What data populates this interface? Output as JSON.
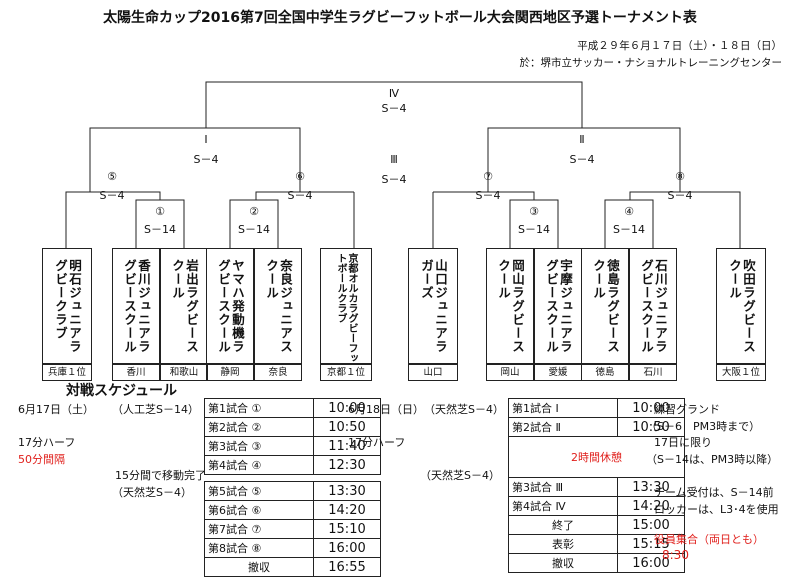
{
  "title": "太陽生命カップ2016第7回全国中学生ラグビーフットボール大会関西地区予選トーナメント表",
  "date_line": "平成２９年６月１７日（土）・１８日（日）",
  "venue_line": "於：堺市立サッカー・ナショナルトレーニングセンター",
  "nodes": {
    "final": {
      "num": "Ⅳ",
      "field": "S－4"
    },
    "left_semi": {
      "num": "Ⅰ",
      "field": "S－4"
    },
    "right_semi": {
      "num": "Ⅱ",
      "field": "S－4"
    },
    "third": {
      "num": "Ⅲ",
      "field": "S－4"
    },
    "q5": {
      "num": "⑤",
      "field": "S－4"
    },
    "q6": {
      "num": "⑥",
      "field": "S－4"
    },
    "q7": {
      "num": "⑦",
      "field": "S－4"
    },
    "q8": {
      "num": "⑧",
      "field": "S－4"
    },
    "m1": {
      "num": "①",
      "field": "S－14"
    },
    "m2": {
      "num": "②",
      "field": "S－14"
    },
    "m3": {
      "num": "③",
      "field": "S－14"
    },
    "m4": {
      "num": "④",
      "field": "S－14"
    }
  },
  "teams": [
    {
      "name": "明石ジュニアラグビークラブ",
      "pref": "兵庫１位"
    },
    {
      "name": "香川ジュニアラグビースクール",
      "pref": "香川"
    },
    {
      "name": "岩出ラグビースクール",
      "pref": "和歌山"
    },
    {
      "name": "ヤマハ発動機ラグビースクール",
      "pref": "静岡"
    },
    {
      "name": "奈良ジュニアスクール",
      "pref": "奈良"
    },
    {
      "name": "京都オルカラグビーフットボールクラブ",
      "pref": "京都１位"
    },
    {
      "name": "山口ジュニアラガーズ",
      "pref": "山口"
    },
    {
      "name": "岡山ラグビースクール",
      "pref": "岡山"
    },
    {
      "name": "宇摩ジュニアラグビースクール",
      "pref": "愛媛"
    },
    {
      "name": "徳島ラグビースクール",
      "pref": "徳島"
    },
    {
      "name": "石川ジュニアラグビースクール",
      "pref": "石川"
    },
    {
      "name": "吹田ラグビースクール",
      "pref": "大阪１位"
    }
  ],
  "schedule": {
    "heading": "対戦スケジュール",
    "day1": {
      "date": "6月17日（土）",
      "field_note": "（人工芝S－14）",
      "half": "17分ハーフ",
      "interval": "50分間隔",
      "move_note": "15分間で移動完了",
      "field_note2": "（天然芝S－4）",
      "rows": [
        {
          "game": "第1試合 ①",
          "time": "10:00"
        },
        {
          "game": "第2試合 ②",
          "time": "10:50"
        },
        {
          "game": "第3試合 ③",
          "time": "11:40"
        },
        {
          "game": "第4試合 ④",
          "time": "12:30"
        }
      ],
      "rows2": [
        {
          "game": "第5試合 ⑤",
          "time": "13:30"
        },
        {
          "game": "第6試合 ⑥",
          "time": "14:20"
        },
        {
          "game": "第7試合 ⑦",
          "time": "15:10"
        },
        {
          "game": "第8試合 ⑧",
          "time": "16:00"
        },
        {
          "game": "撤収",
          "time": "16:55"
        }
      ]
    },
    "day2": {
      "date": "6月18日（日）",
      "field_note": "（天然芝S－4）",
      "half": "17分ハーフ",
      "field_note2": "（天然芝S－4）",
      "rows": [
        {
          "game": "第1試合 Ⅰ",
          "time": "10:00"
        },
        {
          "game": "第2試合 Ⅱ",
          "time": "10:50"
        }
      ],
      "break": "2時間休憩",
      "rows2": [
        {
          "game": "第3試合 Ⅲ",
          "time": "13:30"
        },
        {
          "game": "第4試合 Ⅳ",
          "time": "14:20"
        },
        {
          "game": "終了",
          "time": "15:00"
        },
        {
          "game": "表彰",
          "time": "15:15"
        },
        {
          "game": "撤収",
          "time": "16:00"
        }
      ]
    },
    "notes": {
      "practice_title": "練習グランド",
      "practice_1": "（S－6　PM3時まで）",
      "practice_2": "17日に限り",
      "practice_3": "（S－14は、PM3時以降）",
      "reception_1": "チーム受付は、S－14前",
      "reception_2": "ロッカーは、L3･4を使用",
      "staff_call": "役員集合（両日とも）",
      "staff_time": "8:30"
    }
  }
}
